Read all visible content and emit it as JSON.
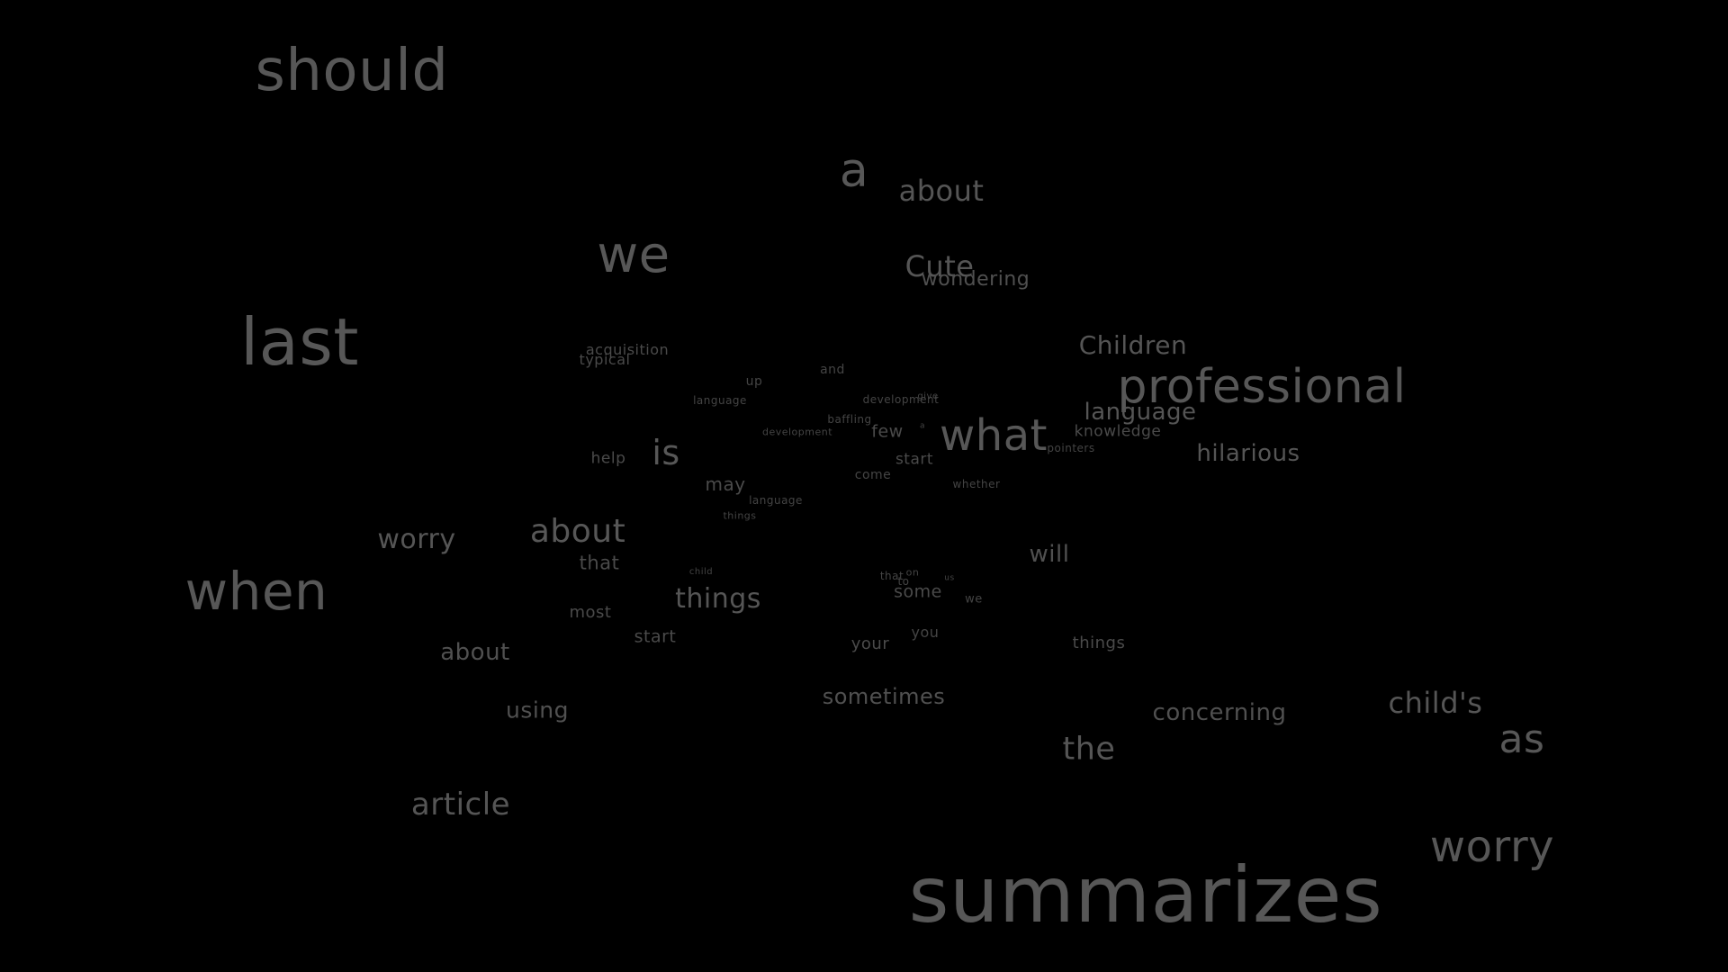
{
  "words": [
    {
      "text": "should",
      "color": "#575757"
    },
    {
      "text": "a",
      "color": "#575757"
    },
    {
      "text": "about",
      "color": "#555555"
    },
    {
      "text": "we",
      "color": "#575757"
    },
    {
      "text": "Cute",
      "color": "#555555"
    },
    {
      "text": "wondering",
      "color": "#505050"
    },
    {
      "text": "last",
      "color": "#575757"
    },
    {
      "text": "acquisition",
      "color": "#4a4a4a"
    },
    {
      "text": "typical",
      "color": "#4a4a4a"
    },
    {
      "text": "Children",
      "color": "#555555"
    },
    {
      "text": "professional",
      "color": "#575757"
    },
    {
      "text": "and",
      "color": "#444444"
    },
    {
      "text": "up",
      "color": "#444444"
    },
    {
      "text": "language",
      "color": "#444444"
    },
    {
      "text": "development",
      "color": "#444444"
    },
    {
      "text": "give",
      "color": "#444444"
    },
    {
      "text": "language",
      "color": "#555555"
    },
    {
      "text": "baffling",
      "color": "#444444"
    },
    {
      "text": "development",
      "color": "#444444"
    },
    {
      "text": "few",
      "color": "#4a4a4a"
    },
    {
      "text": "a",
      "color": "#444444"
    },
    {
      "text": "what",
      "color": "#575757"
    },
    {
      "text": "knowledge",
      "color": "#4a4a4a"
    },
    {
      "text": "pointers",
      "color": "#444444"
    },
    {
      "text": "hilarious",
      "color": "#555555"
    },
    {
      "text": "help",
      "color": "#4a4a4a"
    },
    {
      "text": "is",
      "color": "#575757"
    },
    {
      "text": "start",
      "color": "#4a4a4a"
    },
    {
      "text": "come",
      "color": "#444444"
    },
    {
      "text": "whether",
      "color": "#444444"
    },
    {
      "text": "may",
      "color": "#4a4a4a"
    },
    {
      "text": "language",
      "color": "#444444"
    },
    {
      "text": "things",
      "color": "#444444"
    },
    {
      "text": "worry",
      "color": "#555555"
    },
    {
      "text": "about",
      "color": "#575757"
    },
    {
      "text": "will",
      "color": "#505050"
    },
    {
      "text": "that",
      "color": "#4a4a4a"
    },
    {
      "text": "child",
      "color": "#444444"
    },
    {
      "text": "that",
      "color": "#444444"
    },
    {
      "text": "on",
      "color": "#444444"
    },
    {
      "text": "to",
      "color": "#444444"
    },
    {
      "text": "us",
      "color": "#444444"
    },
    {
      "text": "some",
      "color": "#4a4a4a"
    },
    {
      "text": "we",
      "color": "#444444"
    },
    {
      "text": "when",
      "color": "#575757"
    },
    {
      "text": "things",
      "color": "#555555"
    },
    {
      "text": "most",
      "color": "#4a4a4a"
    },
    {
      "text": "start",
      "color": "#4a4a4a"
    },
    {
      "text": "you",
      "color": "#444444"
    },
    {
      "text": "your",
      "color": "#4a4a4a"
    },
    {
      "text": "things",
      "color": "#4a4a4a"
    },
    {
      "text": "about",
      "color": "#505050"
    },
    {
      "text": "using",
      "color": "#505050"
    },
    {
      "text": "sometimes",
      "color": "#505050"
    },
    {
      "text": "concerning",
      "color": "#505050"
    },
    {
      "text": "child's",
      "color": "#555555"
    },
    {
      "text": "the",
      "color": "#555555"
    },
    {
      "text": "as",
      "color": "#575757"
    },
    {
      "text": "article",
      "color": "#555555"
    },
    {
      "text": "worry",
      "color": "#575757"
    },
    {
      "text": "summarizes",
      "color": "#575757"
    }
  ]
}
